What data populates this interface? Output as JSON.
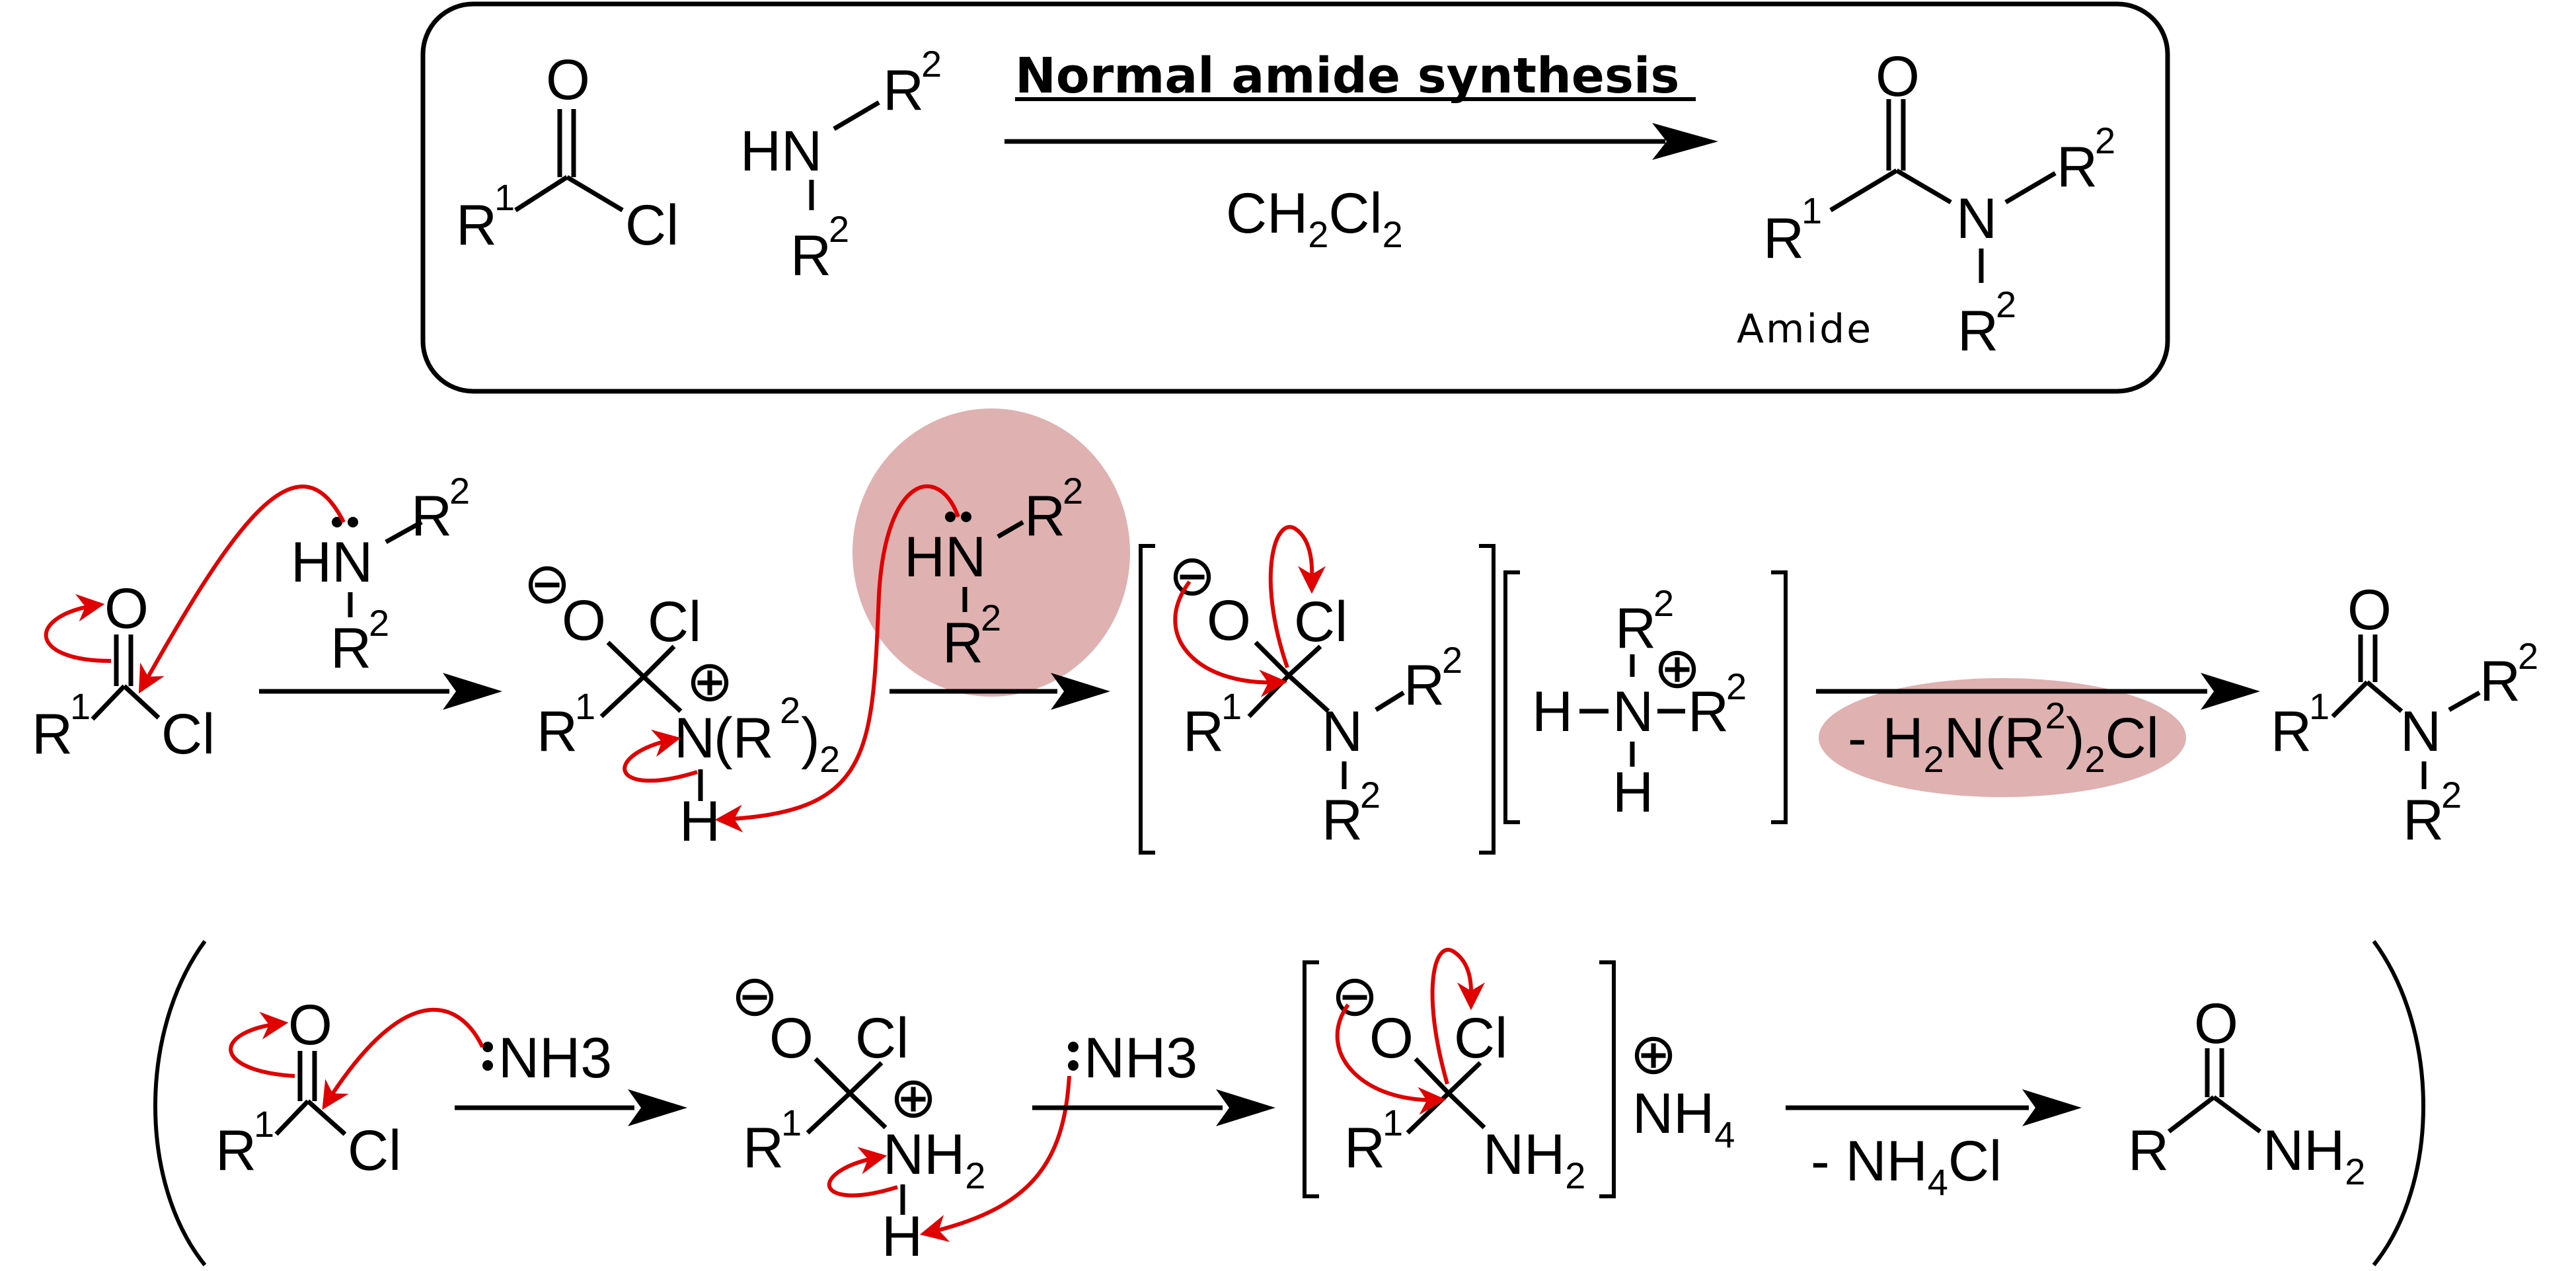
{
  "box": {
    "title": "Normal amide synthesis",
    "solvent": "CH2Cl2",
    "product_caption": "Amide"
  },
  "labels": {
    "O": "O",
    "Cl": "Cl",
    "N": "N",
    "H": "H",
    "HN": "HN",
    "R": "R",
    "NH3": "NH3",
    "NH4": "NH4",
    "NH2": "NH2",
    "NR2_2": "N(R2)2",
    "minus": "⊖",
    "plus": "⊕"
  },
  "row1": {
    "byproduct": "- H2N(R2)2Cl"
  },
  "row2": {
    "byproduct": "- NH4Cl"
  },
  "colors": {
    "curved_arrow": "#e00000",
    "highlight": "#d9a3a3"
  }
}
